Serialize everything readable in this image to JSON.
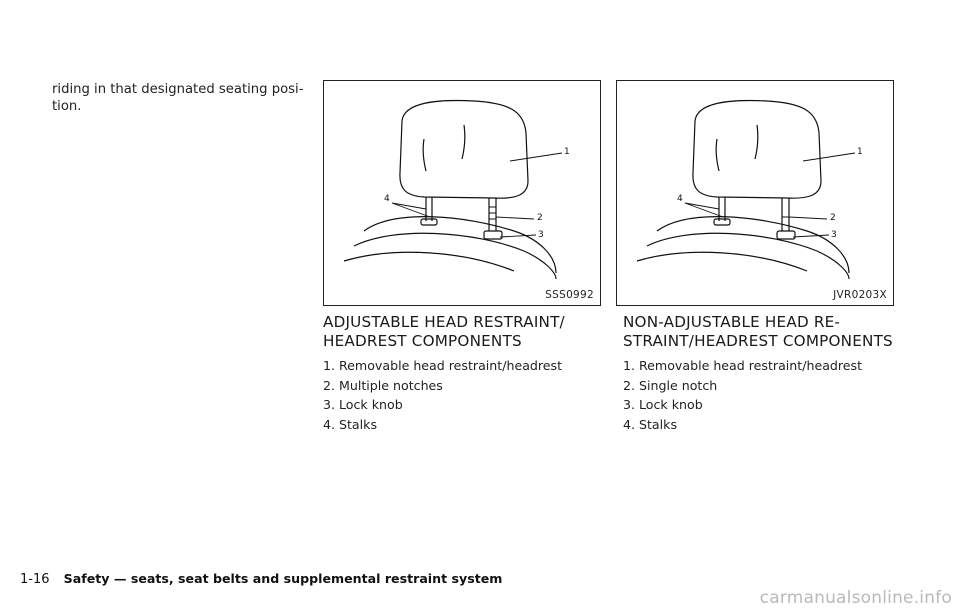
{
  "intro": {
    "line1": "riding in that designated seating posi-",
    "line2": "tion."
  },
  "figures": [
    {
      "code": "SSS0992",
      "callouts": [
        "1",
        "2",
        "3",
        "4"
      ]
    },
    {
      "code": "JVR0203X",
      "callouts": [
        "1",
        "2",
        "3",
        "4"
      ]
    }
  ],
  "sections": [
    {
      "title_line1": "ADJUSTABLE HEAD RESTRAINT/",
      "title_line2": "HEADREST COMPONENTS",
      "items": [
        {
          "num": "1.",
          "text": "Removable head restraint/headrest"
        },
        {
          "num": "2.",
          "text": "Multiple notches"
        },
        {
          "num": "3.",
          "text": "Lock knob"
        },
        {
          "num": "4.",
          "text": "Stalks"
        }
      ]
    },
    {
      "title_line1": "NON-ADJUSTABLE HEAD RE-",
      "title_line2": "STRAINT/HEADREST COMPONENTS",
      "items": [
        {
          "num": "1.",
          "text": "Removable head restraint/headrest"
        },
        {
          "num": "2.",
          "text": "Single notch"
        },
        {
          "num": "3.",
          "text": "Lock knob"
        },
        {
          "num": "4.",
          "text": "Stalks"
        }
      ]
    }
  ],
  "footer": {
    "page_number": "1-16",
    "running_title": "Safety — seats, seat belts and supplemental restraint system"
  },
  "watermark": "carmanualsonline.info"
}
